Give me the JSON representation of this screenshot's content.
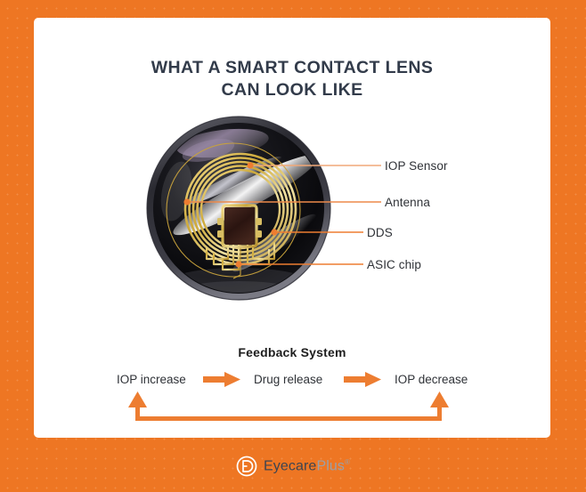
{
  "background": {
    "color": "#ee7623",
    "pattern": "dotted"
  },
  "card": {
    "color": "#ffffff"
  },
  "header": {
    "title_line1": "WHAT A SMART CONTACT LENS",
    "title_line2": "CAN LOOK LIKE",
    "title_color": "#323b4a"
  },
  "diagram": {
    "subject": "smart contact lens",
    "accent_color": "#ed7d31",
    "coil_color": "#d4b24c",
    "lens_color": "#0d0d10",
    "callouts": [
      {
        "id": "iop-sensor",
        "label": "IOP Sensor"
      },
      {
        "id": "antenna",
        "label": "Antenna"
      },
      {
        "id": "dds",
        "label": "DDS"
      },
      {
        "id": "asic-chip",
        "label": "ASIC chip"
      }
    ]
  },
  "feedback": {
    "title": "Feedback System",
    "steps": [
      "IOP increase",
      "Drug release",
      "IOP decrease"
    ],
    "loop": "IOP decrease feeds back to IOP increase",
    "arrow_color": "#ed7d31"
  },
  "footer": {
    "logo_mark": "eyecare-plus-monogram",
    "brand_primary": "Eyecare",
    "brand_secondary": "Plus",
    "trademark": "®"
  }
}
